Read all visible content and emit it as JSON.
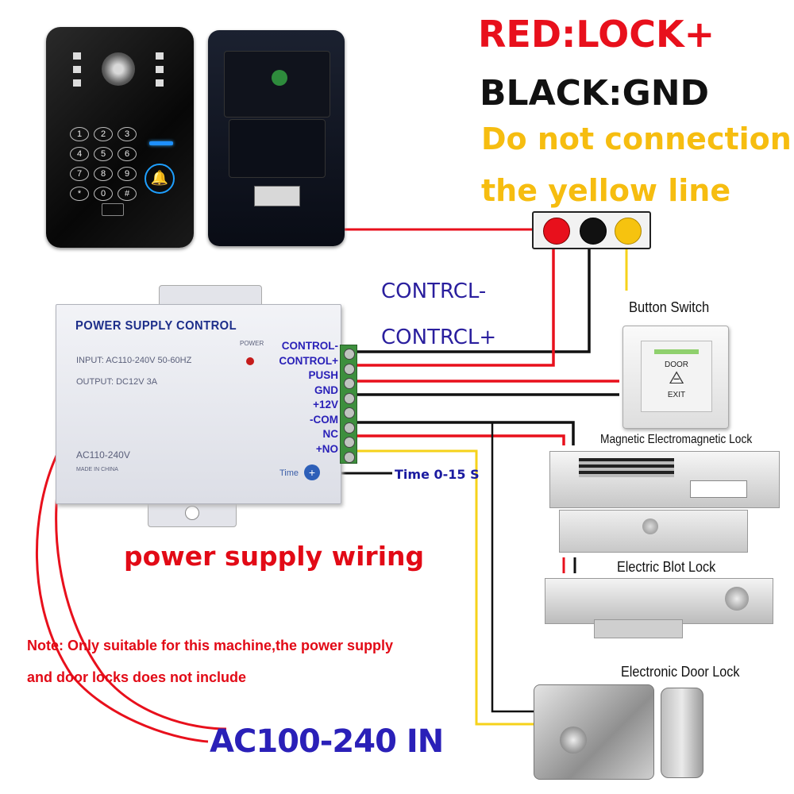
{
  "legend": {
    "red": "RED:LOCK+",
    "black": "BLACK:GND",
    "yellow_line1": "Do not connection",
    "yellow_line2": "the  yellow line"
  },
  "wire_labels": {
    "control_minus": "CONTRCL-",
    "control_plus": "CONTRCL+"
  },
  "psu": {
    "title": "POWER SUPPLY CONTROL",
    "input": "INPUT: AC110-240V  50-60HZ",
    "output": "OUTPUT:  DC12V  3A",
    "power_led_label": "POWER",
    "ac_label": "AC110-240V",
    "made_in": "MADE IN CHINA",
    "time_label": "Time",
    "terminals": [
      "CONTROL-",
      "CONTROL+",
      "PUSH",
      "GND",
      "+12V",
      "-COM",
      "NC",
      "+NO"
    ]
  },
  "time_range": "Time 0-15 S",
  "devices": {
    "button_switch": "Button Switch",
    "button_door": "DOOR",
    "button_exit": "EXIT",
    "mag_lock": "Magnetic Electromagnetic Lock",
    "bolt_lock": "Electric Blot Lock",
    "door_lock": "Electronic Door Lock"
  },
  "keypad": {
    "keys": [
      "1",
      "2",
      "3",
      "4",
      "5",
      "6",
      "7",
      "8",
      "9",
      "*",
      "0",
      "#"
    ]
  },
  "power_supply_wiring": "power supply wiring",
  "note_line1": "Note: Only suitable for this machine,the power supply",
  "note_line2": "and door locks does not include",
  "ac_in": "AC100-240 IN",
  "colors": {
    "red_wire": "#e8101c",
    "black_wire": "#111111",
    "yellow_wire": "#f6d21a",
    "label_blue": "#2a1f9e"
  }
}
